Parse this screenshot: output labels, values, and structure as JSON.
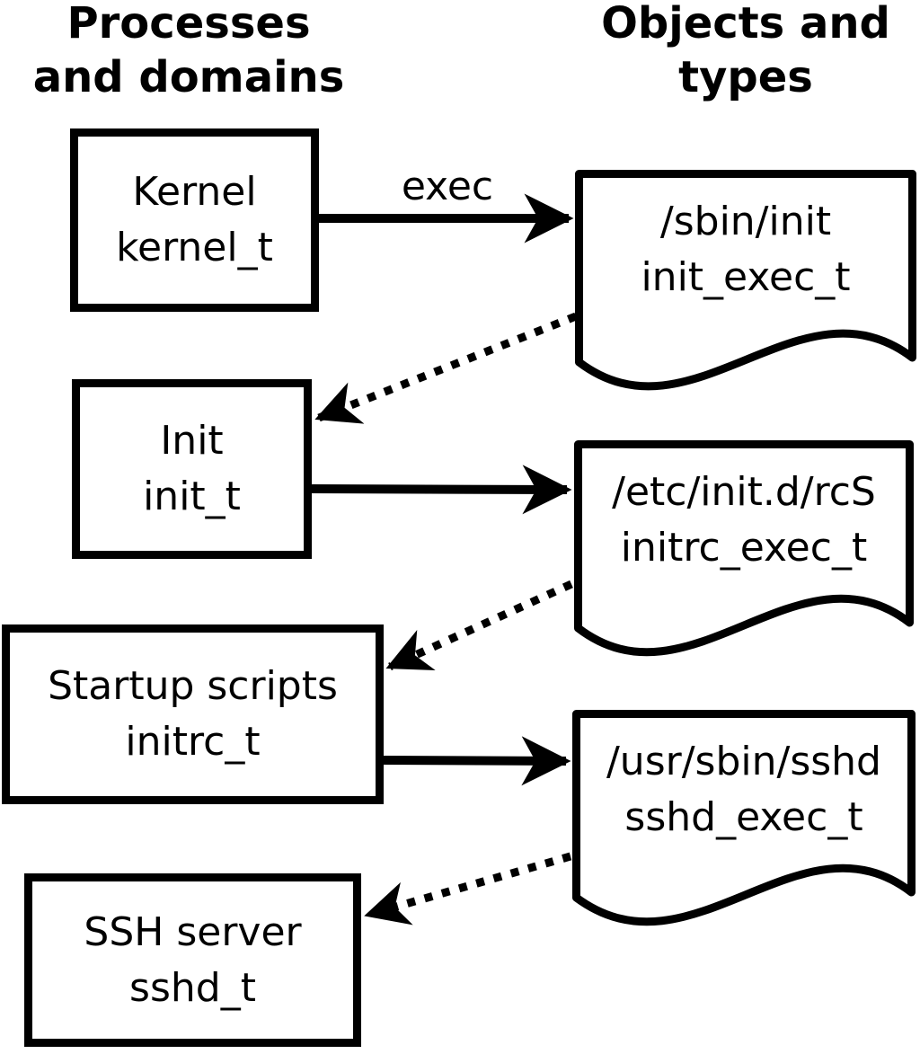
{
  "colors": {
    "ink": "#000000",
    "background": "#ffffff"
  },
  "columns": {
    "left": {
      "title_line1": "Processes",
      "title_line2": "and domains"
    },
    "right": {
      "title_line1": "Objects and",
      "title_line2": "types"
    }
  },
  "processes": [
    {
      "name": "Kernel",
      "domain": "kernel_t"
    },
    {
      "name": "Init",
      "domain": "init_t"
    },
    {
      "name": "Startup scripts",
      "domain": "initrc_t"
    },
    {
      "name": "SSH server",
      "domain": "sshd_t"
    }
  ],
  "objects": [
    {
      "path": "/sbin/init",
      "type": "init_exec_t"
    },
    {
      "path": "/etc/init.d/rcS",
      "type": "initrc_exec_t"
    },
    {
      "path": "/usr/sbin/sshd",
      "type": "sshd_exec_t"
    }
  ],
  "edges": [
    {
      "from": "kernel_t",
      "to": "init_exec_t",
      "style": "solid",
      "label": "exec"
    },
    {
      "from": "init_t",
      "to": "initrc_exec_t",
      "style": "solid",
      "label": ""
    },
    {
      "from": "initrc_t",
      "to": "sshd_exec_t",
      "style": "solid",
      "label": ""
    },
    {
      "from": "init_exec_t",
      "to": "init_t",
      "style": "dotted",
      "label": ""
    },
    {
      "from": "initrc_exec_t",
      "to": "initrc_t",
      "style": "dotted",
      "label": ""
    },
    {
      "from": "sshd_exec_t",
      "to": "sshd_t",
      "style": "dotted",
      "label": ""
    }
  ]
}
